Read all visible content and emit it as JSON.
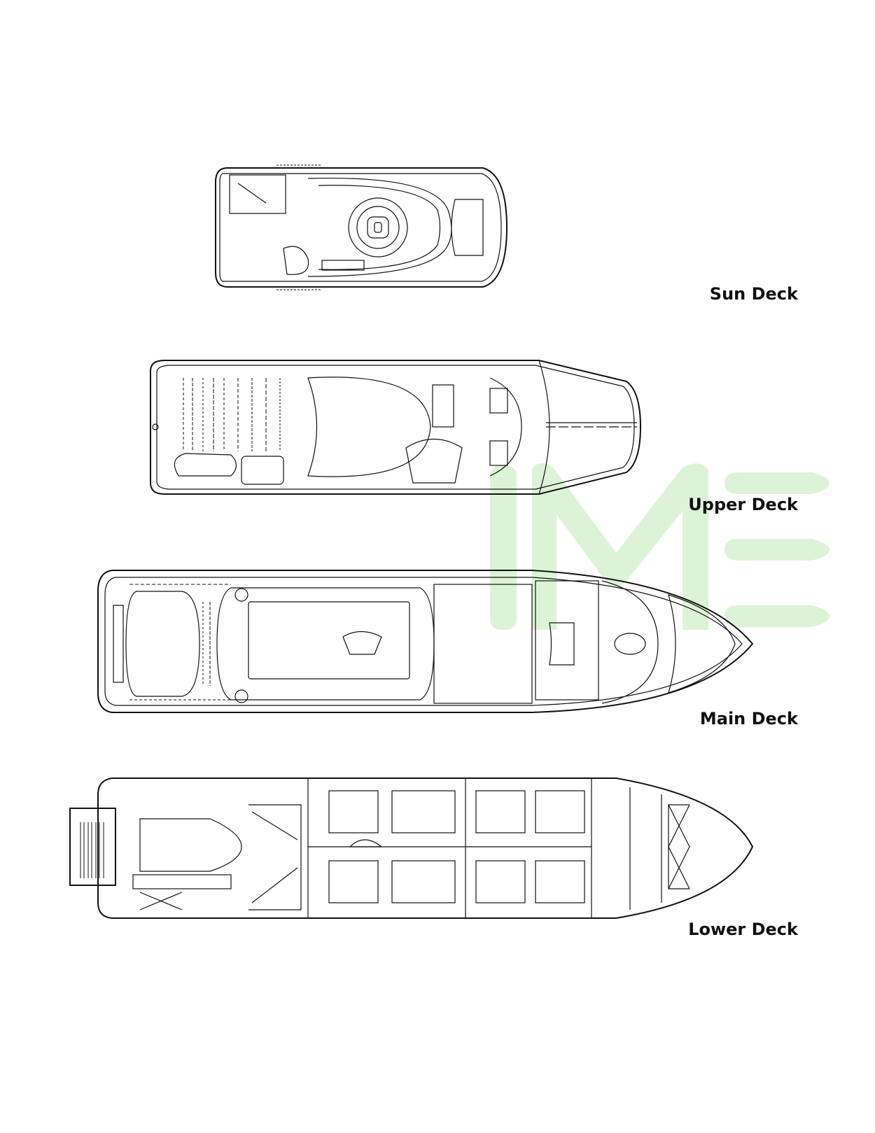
{
  "watermark": {
    "text": "IME",
    "color": "#d9f2d3"
  },
  "decks": [
    {
      "id": "sun",
      "label": "Sun Deck"
    },
    {
      "id": "upper",
      "label": "Upper Deck"
    },
    {
      "id": "main",
      "label": "Main Deck"
    },
    {
      "id": "lower",
      "label": "Lower Deck"
    }
  ],
  "line_color": "#111111"
}
